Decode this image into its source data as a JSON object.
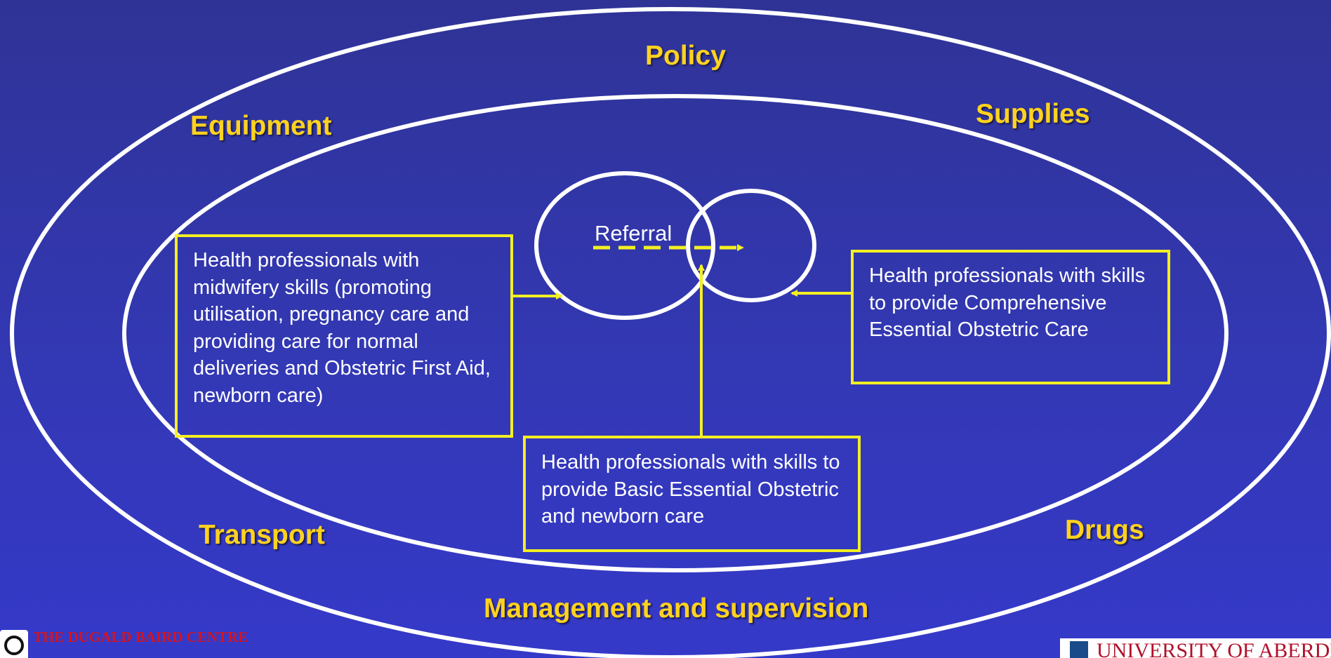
{
  "outer_labels": {
    "policy": "Policy",
    "equipment": "Equipment",
    "supplies": "Supplies",
    "transport": "Transport",
    "drugs": "Drugs",
    "management": "Management and supervision"
  },
  "center": {
    "referral": "Referral"
  },
  "boxes": {
    "left": "Health professionals with midwifery skills (promoting utilisation, pregnancy care and providing care for normal deliveries and Obstetric First Aid, newborn care)",
    "right": "Health professionals with skills to provide Comprehensive Essential Obstetric Care",
    "bottom": "Health professionals with skills to provide Basic Essential Obstetric and newborn care"
  },
  "footer": {
    "centre_name": "THE DUGALD BAIRD CENTRE",
    "university": "UNIVERSITY OF ABERDEEN"
  },
  "colors": {
    "background": "#3338b4",
    "label_text": "#ffd21f",
    "box_border": "#f3ef22",
    "ellipse_stroke": "#ffffff",
    "footer_red": "#d3141f"
  }
}
